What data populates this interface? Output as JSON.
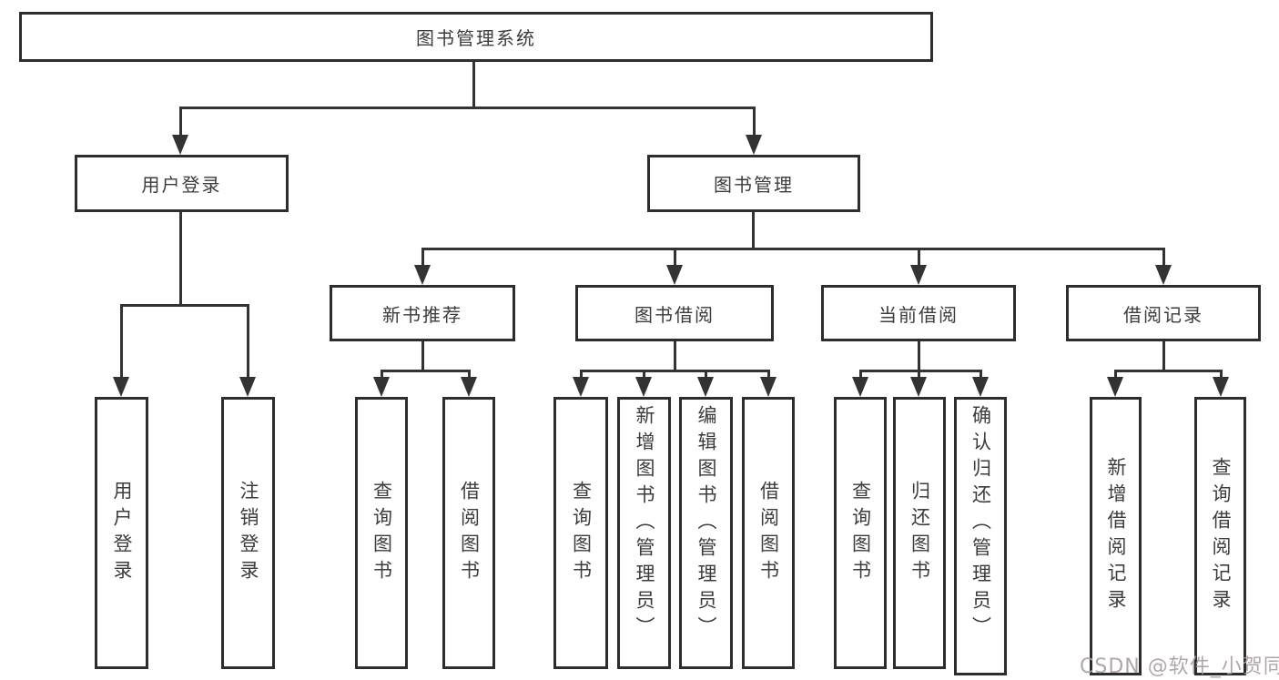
{
  "diagram": {
    "root": {
      "label": "图书管理系统"
    },
    "level2": [
      {
        "id": "user-login",
        "label": "用户登录"
      },
      {
        "id": "book-management",
        "label": "图书管理"
      }
    ],
    "level3": [
      {
        "id": "new-book-recommend",
        "label": "新书推荐"
      },
      {
        "id": "book-borrow",
        "label": "图书借阅"
      },
      {
        "id": "current-borrow",
        "label": "当前借阅"
      },
      {
        "id": "borrow-records",
        "label": "借阅记录"
      }
    ],
    "leaves": [
      {
        "parent": "user-login",
        "label": "用户登录"
      },
      {
        "parent": "user-login",
        "label": "注销登录"
      },
      {
        "parent": "new-book-recommend",
        "label": "查询图书"
      },
      {
        "parent": "new-book-recommend",
        "label": "借阅图书"
      },
      {
        "parent": "book-borrow",
        "label": "查询图书"
      },
      {
        "parent": "book-borrow",
        "label": "新增图书（管理员）"
      },
      {
        "parent": "book-borrow",
        "label": "编辑图书（管理员）"
      },
      {
        "parent": "book-borrow",
        "label": "借阅图书"
      },
      {
        "parent": "current-borrow",
        "label": "查询图书"
      },
      {
        "parent": "current-borrow",
        "label": "归还图书"
      },
      {
        "parent": "current-borrow",
        "label": "确认归还（管理员）"
      },
      {
        "parent": "borrow-records",
        "label": "新增借阅记录"
      },
      {
        "parent": "borrow-records",
        "label": "查询借阅记录"
      }
    ],
    "colors": {
      "line": "#333333",
      "box_border": "#2d2d2d",
      "text": "#3c3c3c",
      "background": "#ffffff",
      "watermark": "#a79f9f"
    }
  },
  "watermark": {
    "text": "CSDN @软件_小贺同学"
  }
}
